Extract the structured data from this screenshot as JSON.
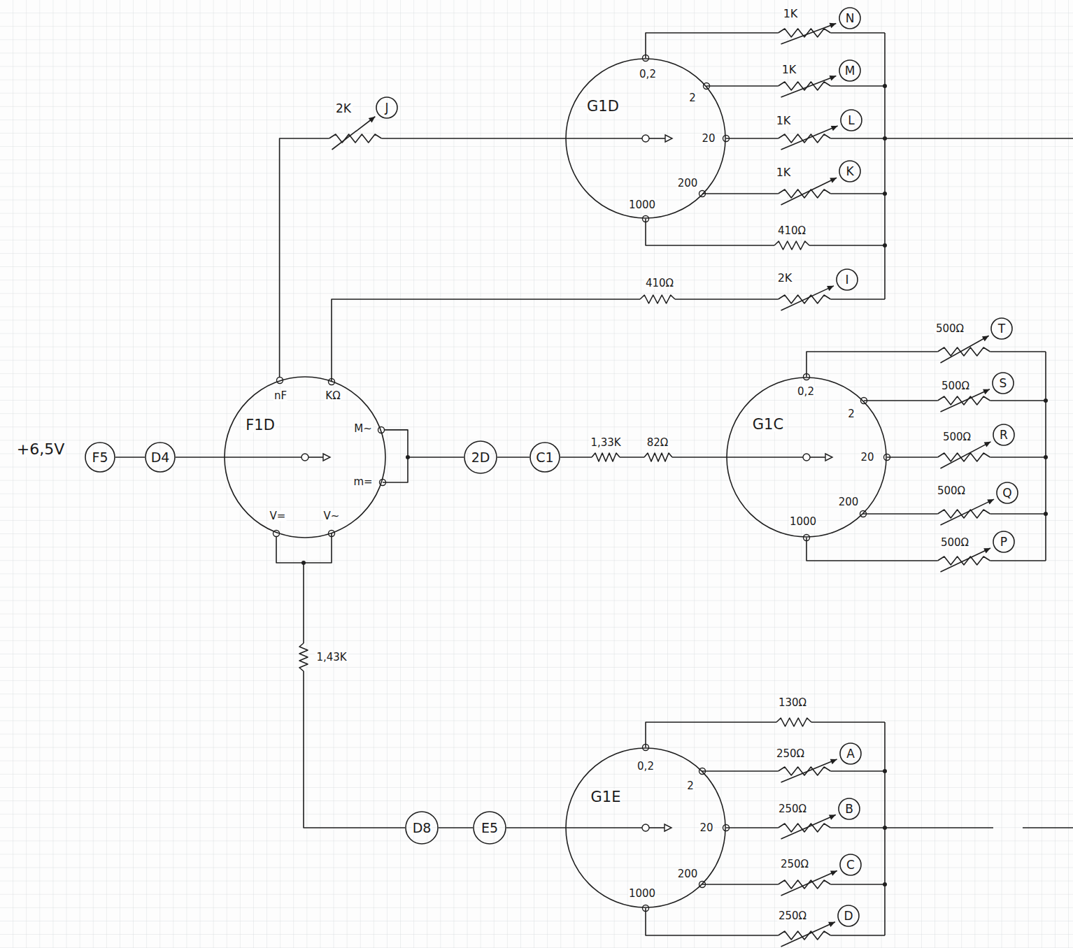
{
  "diagram": {
    "nodes": [
      {
        "text": [
          "N"
        ]
      },
      {
        "text": [
          "M"
        ]
      },
      {
        "text": [
          "J"
        ]
      },
      {
        "text": [
          "G1D",
          "0,2",
          "2",
          "20",
          "200",
          "1000"
        ]
      },
      {
        "text": [
          "L"
        ]
      },
      {
        "text": [
          "K"
        ]
      },
      {
        "text": [
          "I"
        ]
      },
      {
        "text": [
          "T"
        ]
      },
      {
        "text": [
          "F5"
        ]
      },
      {
        "text": [
          "D4"
        ]
      },
      {
        "text": [
          "F1D",
          "nF",
          "KΩ",
          "M~",
          "m=",
          "V=",
          "V~"
        ]
      },
      {
        "text": [
          "2D"
        ]
      },
      {
        "text": [
          "C1"
        ]
      },
      {
        "text": [
          "G1C",
          "0,2",
          "2",
          "20",
          "200",
          "1000"
        ]
      },
      {
        "text": [
          "S"
        ]
      },
      {
        "text": [
          "R"
        ]
      },
      {
        "text": [
          "Q"
        ]
      },
      {
        "text": [
          "P"
        ]
      },
      {
        "text": [
          "D8"
        ]
      },
      {
        "text": [
          "E5"
        ]
      },
      {
        "text": [
          "G1E",
          "0,2",
          "2",
          "20",
          "200",
          "1000"
        ]
      },
      {
        "text": [
          "A"
        ]
      },
      {
        "text": [
          "B"
        ]
      },
      {
        "text": [
          "C"
        ]
      },
      {
        "text": [
          "D"
        ]
      }
    ],
    "edges": [
      {
        "from": 8,
        "to": 9,
        "arrow": "none"
      },
      {
        "from": 9,
        "to": 10,
        "arrow": "none"
      },
      {
        "from": 10,
        "to": 11,
        "arrow": "none"
      },
      {
        "from": 11,
        "to": 12,
        "arrow": "none"
      },
      {
        "from": 12,
        "to": 13,
        "arrow": "none"
      },
      {
        "from": 10,
        "to": 3,
        "arrow": "none"
      },
      {
        "from": 10,
        "to": 18,
        "arrow": "none"
      },
      {
        "from": 18,
        "to": 19,
        "arrow": "none"
      },
      {
        "from": 19,
        "to": 20,
        "arrow": "none"
      }
    ],
    "labels": [
      "+6,5V",
      "2K",
      "1K",
      "1K",
      "1K",
      "1K",
      "410Ω",
      "410Ω",
      "2K",
      "500Ω",
      "500Ω",
      "500Ω",
      "500Ω",
      "500Ω",
      "1,33K",
      "82Ω",
      "1,43K",
      "130Ω",
      "250Ω",
      "250Ω",
      "250Ω",
      "250Ω"
    ]
  }
}
